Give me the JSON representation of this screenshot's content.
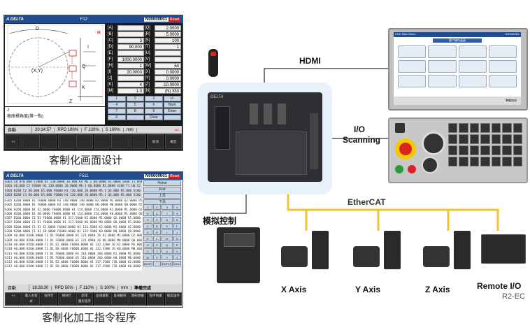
{
  "screen1": {
    "brand": "A DELTA",
    "window_title": "F12",
    "nc_id": "N00000001",
    "reset": "Reset",
    "params_left": [
      {
        "label": "[A]",
        "value": ""
      },
      {
        "label": "[B]",
        "value": ""
      },
      {
        "label": "[C]",
        "value": "3"
      },
      {
        "label": "[D]",
        "value": "90.000"
      },
      {
        "label": "[E]",
        "value": ""
      },
      {
        "label": "[F]",
        "value": "1000.0000"
      },
      {
        "label": "[H]",
        "value": "1"
      },
      {
        "label": "[I]",
        "value": "20.0000"
      },
      {
        "label": "[J]",
        "value": ""
      },
      {
        "label": "[K]",
        "value": "4"
      },
      {
        "label": "[M]",
        "value": "1.0"
      }
    ],
    "params_right": [
      {
        "label": "[Q]",
        "value": "2.0000"
      },
      {
        "label": "[R]",
        "value": "5.0000"
      },
      {
        "label": "[S]",
        "value": "100"
      },
      {
        "label": "[T]",
        "value": "1"
      },
      {
        "label": "[U]",
        "value": ""
      },
      {
        "label": "[V]",
        "value": ""
      },
      {
        "label": "[W]",
        "value": "54"
      },
      {
        "label": "[X]",
        "value": "0.0000"
      },
      {
        "label": "[Y]",
        "value": "0.0000"
      },
      {
        "label": "[Z]",
        "value": "-10.0000"
      },
      {
        "label": "[N]",
        "value": "(N) 353 (3um)"
      }
    ],
    "note_label": "J",
    "note_text": "極座標角度(第一點)",
    "keypad": [
      "1",
      "2",
      "3",
      "+/-",
      "4",
      "5",
      "6",
      "Back",
      "7",
      "8",
      "9",
      "Enter",
      "0",
      ".",
      "Clear",
      ""
    ],
    "diagram_labels": {
      "d": "D",
      "r": "R",
      "q": "Q",
      "i": "I",
      "k": "K",
      "z": "Z",
      "xy": "(X,Y)"
    },
    "status": {
      "mode": "自動",
      "time": "20:14:57",
      "rpd": "RPD 100%",
      "feed": "F 120%",
      "spindle": "S 100%",
      "unit": "mm",
      "nc": "NC"
    },
    "softkeys": [
      "<<",
      "",
      "",
      "",
      "",
      "",
      "",
      "",
      "取消",
      "確定"
    ],
    "caption": "客制化画面设计"
  },
  "screen2": {
    "brand": "A DELTA",
    "window_title": "F511",
    "nc_id": "N00000001",
    "reset": "Reset",
    "header_lines": [
      "G301 C0 B70.000 F2000 H1 130.0000 J0.000 K4 M6.1 Q0.0000 R5.0000 S600 T1 W54 X",
      "G301 A0.000 C1 F6000 H1 130.0000 J0.0000 M6.1 Q0.0000 R5.0000 S100 T1 U0.52 W5",
      "G303 B200 C2 D0.000 E5.000 F6000 H1 130.000 J0.0000 M5.1 Q3.000 R5.000 S100 T1",
      "G303 B200 C3 D0.000 E5.000 F6000 H1 120.000 J0.0000 M5.1 Q3.000 R5.000 S100 T1"
    ],
    "code_lines": [
      "G305 B200.0000 D1 F6000.0000 H1 340.0000 J40.0000 K2.0000 M1.0000 Q2.0000 R5.0",
      "G305 B200.0000 D1 F6000.0000 H1 340.0000 J40.0000 K0.0000 M0.0000 Q0.0000 R5.0",
      "G306 B200.0000 D1 E2.0000 F6000.0000 H1 154.0000 J54.0000 K2.0000 M1.0000 Q2.0",
      "G306 B200.0000 D1 E0.0000 F6000.0000 H1 154.0000 J54.0000 K0.0000 M1.0000 Q0.0",
      "G307 B200.0000 C1 D1 F6000.0000 H1 317.5000 K2.0000 M1.0000 Q2.0000 R5.0000 S",
      "G307 B200.0000 C1 D1 F6000.0000 H1 317.5000 K0.0000 M0.0000 Q0.0000 R5.0000 S",
      "G308 B200.0000 C1 D1 E2.0000 F6000.0000 H1 122.5000 K2.0000 M1.0000 Q2.0000 R",
      "G308 B200.0000 C1 D1 E0.0000 F6000.0000 H1 122.5000 K0.0000 M0.0000 Q0.0000 R",
      "G309 A0.000 B200.0000 C1 D1 F6000.0000 H1 123.0940 J6 K2.0000 M1.0000 Q2.0000 R",
      "G309 A0.000 B200.0000 C1 D1 F6000.0000 H1 123.0940 J6 K0.0000 M0.0000 Q0.0000 R",
      "G310 A0.000 B200.0000 C1 D1 E2.0000 F6000.0000 H1 132.3300 J6 K2.0000 M1.0000 Q",
      "G310 A0.000 B200.0000 C1 D1 E0.0000 F6000.0000 H1 132.3300 J6 K0.0000 M0.0000 Q",
      "G311 A0.000 B200.0000 C1 D1 F6000.0000 H1 310.0000 J60.0000 K2.0000 M1.0000 Q2",
      "G311 A0.000 B200.0000 C1 D1 F6000.0000 H1 310.0000 J60.0000 K0.0000 M0.0000 Q0",
      "G312 A0.000 B200.0000 C1 D1 E2.0000 F6000.0000 H1 317.2500 J70.0000 K2.0000 M1",
      "G312 A0.000 B200.0000 C1 D1 E0.0000 F6000.0000 H1 317.2500 J70.0000 K0.0000 M0"
    ],
    "side_buttons": [
      "Home",
      "End",
      "上頁",
      "下頁"
    ],
    "keypad": [
      "1",
      "2",
      "3",
      "4",
      "5",
      "6",
      "7",
      "8",
      "9",
      "0",
      "A",
      "B",
      "C",
      "D",
      "E",
      "F",
      "G",
      "H",
      "I",
      "J",
      "K",
      "L",
      "M",
      "N",
      "O",
      "P",
      "Q",
      "R",
      "S",
      "T",
      "U",
      "V",
      "W",
      "X",
      "Y",
      "Z",
      "BKSP",
      "",
      "ENTER",
      "DEL"
    ],
    "status": {
      "mode": "自動",
      "time": "18:28:30",
      "rpd": "RPD 50%",
      "feed": "F 110%",
      "spindle": "S 100%",
      "unit": "mm",
      "state": "準備完成",
      "nc": "NC"
    },
    "softkeys": [
      "<<",
      "載入主程式",
      "程序行",
      "剛除行",
      "新增\n圖形程序",
      "區塊複製",
      "區塊刪除",
      "圖形模擬",
      "程序預讀",
      "檔案儲存"
    ],
    "caption": "客制化加工指令程序"
  },
  "hmi": {
    "window_title": "CNC Main Menu",
    "nc_id": "N00000001",
    "menu_title": "客户操作画面",
    "status": "準備完成"
  },
  "labels": {
    "hdmi": "HDMI",
    "io_scanning_1": "I/O",
    "io_scanning_2": "Scanning",
    "ethercat": "EtherCAT",
    "analog": "模拟控制",
    "x_axis": "X Axis",
    "y_axis": "Y Axis",
    "z_axis": "Z Axis",
    "remote_io": "Remote I/O",
    "remote_io_model": "R2-EC",
    "controller_brand": "DELTA"
  },
  "colors": {
    "ethercat_line": "#f2c230",
    "connector_line": "#333333",
    "accent_blue": "#1f4d8f",
    "reset_red": "#e0201b"
  }
}
